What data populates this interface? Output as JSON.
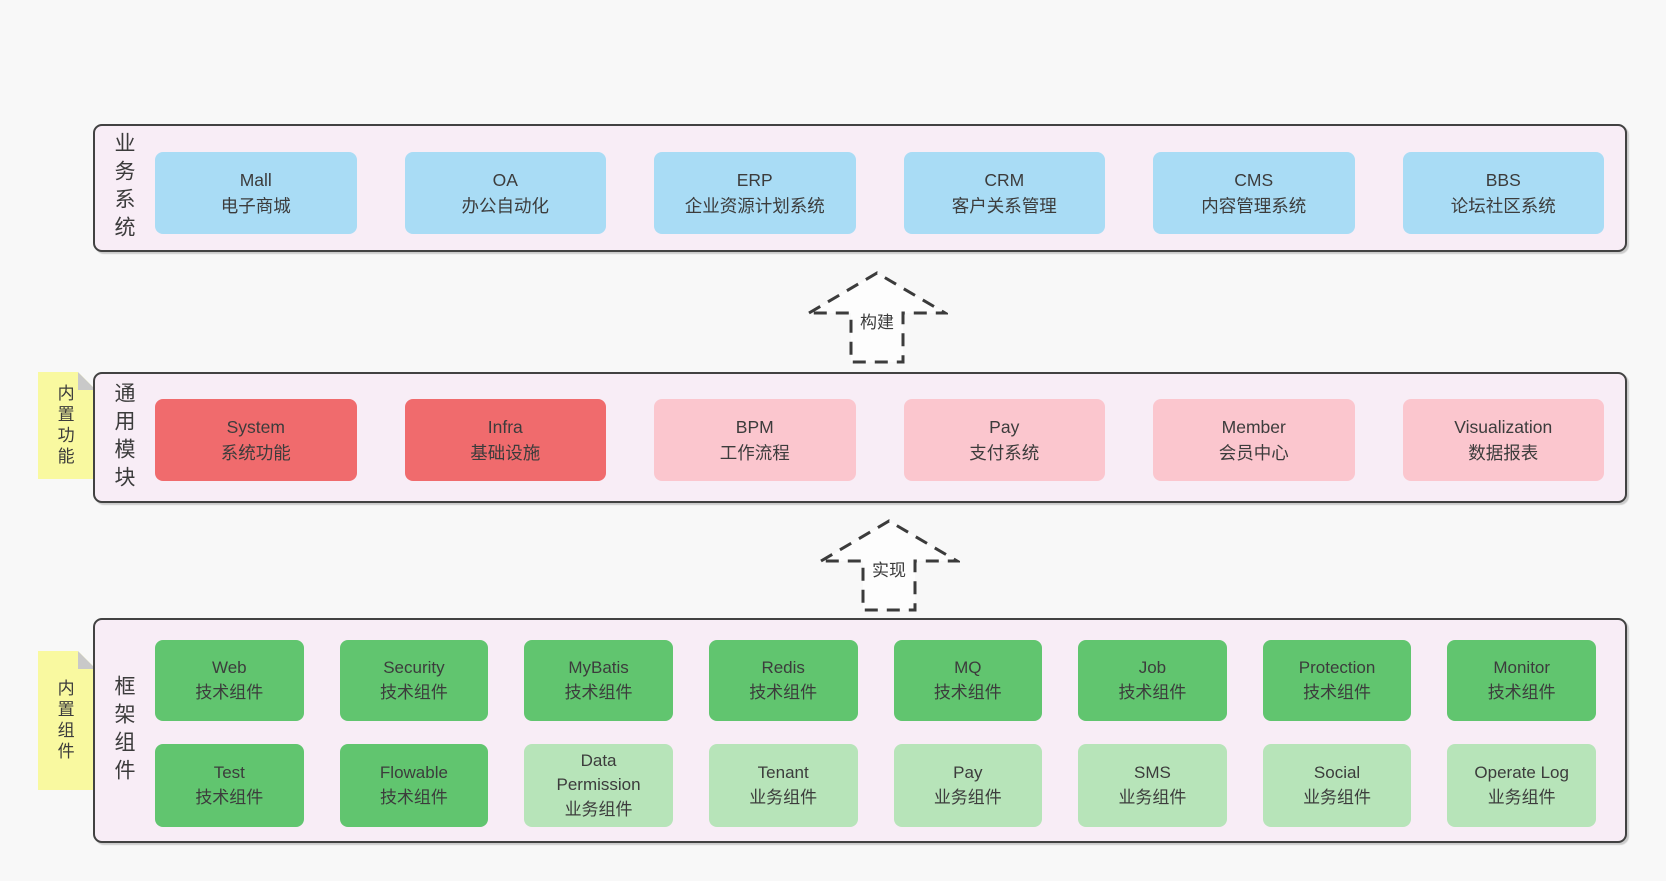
{
  "bands": {
    "business": {
      "label": "业务系统",
      "boxes": [
        {
          "name": "Mall",
          "desc": "电子商城"
        },
        {
          "name": "OA",
          "desc": "办公自动化"
        },
        {
          "name": "ERP",
          "desc": "企业资源计划系统"
        },
        {
          "name": "CRM",
          "desc": "客户关系管理"
        },
        {
          "name": "CMS",
          "desc": "内容管理系统"
        },
        {
          "name": "BBS",
          "desc": "论坛社区系统"
        }
      ]
    },
    "modules": {
      "label": "通用模块",
      "sticky_note": "内置功能",
      "boxes": [
        {
          "name": "System",
          "desc": "系统功能",
          "variant": "strong-red"
        },
        {
          "name": "Infra",
          "desc": "基础设施",
          "variant": "strong-red"
        },
        {
          "name": "BPM",
          "desc": "工作流程",
          "variant": "light-pink"
        },
        {
          "name": "Pay",
          "desc": "支付系统",
          "variant": "light-pink"
        },
        {
          "name": "Member",
          "desc": "会员中心",
          "variant": "light-pink"
        },
        {
          "name": "Visualization",
          "desc": "数据报表",
          "variant": "light-pink"
        }
      ]
    },
    "components": {
      "label": "框架组件",
      "sticky_note": "内置组件",
      "row1": [
        {
          "name": "Web",
          "desc": "技术组件",
          "variant": "strong-green"
        },
        {
          "name": "Security",
          "desc": "技术组件",
          "variant": "strong-green"
        },
        {
          "name": "MyBatis",
          "desc": "技术组件",
          "variant": "strong-green"
        },
        {
          "name": "Redis",
          "desc": "技术组件",
          "variant": "strong-green"
        },
        {
          "name": "MQ",
          "desc": "技术组件",
          "variant": "strong-green"
        },
        {
          "name": "Job",
          "desc": "技术组件",
          "variant": "strong-green"
        },
        {
          "name": "Protection",
          "desc": "技术组件",
          "variant": "strong-green"
        },
        {
          "name": "Monitor",
          "desc": "技术组件",
          "variant": "strong-green"
        }
      ],
      "row2": [
        {
          "name": "Test",
          "desc": "技术组件",
          "variant": "strong-green"
        },
        {
          "name": "Flowable",
          "desc": "技术组件",
          "variant": "strong-green"
        },
        {
          "name": "Data Permission",
          "desc": "业务组件",
          "variant": "light-green"
        },
        {
          "name": "Tenant",
          "desc": "业务组件",
          "variant": "light-green"
        },
        {
          "name": "Pay",
          "desc": "业务组件",
          "variant": "light-green"
        },
        {
          "name": "SMS",
          "desc": "业务组件",
          "variant": "light-green"
        },
        {
          "name": "Social",
          "desc": "业务组件",
          "variant": "light-green"
        },
        {
          "name": "Operate Log",
          "desc": "业务组件",
          "variant": "light-green"
        }
      ]
    }
  },
  "arrows": {
    "build": "构建",
    "implement": "实现"
  },
  "colors": {
    "page_bg": "#f8f8f8",
    "band_bg": "#f8edf6",
    "band_border": "#424242",
    "blue_box": "#a9dcf5",
    "red_box": "#f06b6d",
    "pink_box": "#fbc6ce",
    "green_box": "#61c56f",
    "light_green_box": "#b7e4b9",
    "sticky_yellow": "#f9f9a0",
    "fold_gray": "#c9c9c9",
    "text": "#3b3b3b"
  }
}
